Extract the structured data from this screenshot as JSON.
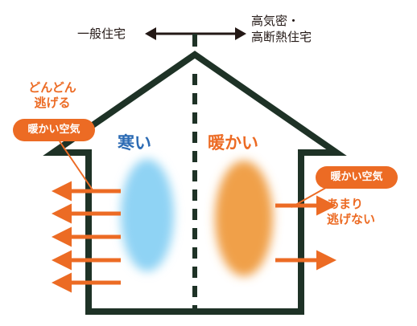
{
  "labels": {
    "conventional_house": "一般住宅",
    "airtight_house_line1": "高気密・",
    "airtight_house_line2": "高断熱住宅",
    "cold": "寒い",
    "warm": "暖かい",
    "escapes_line1": "どんどん",
    "escapes_line2": "逃げる",
    "warm_air_left": "暖かい空気",
    "warm_air_right": "暖かい空気",
    "no_escape_line1": "あまり",
    "no_escape_line2": "逃げない"
  },
  "colors": {
    "house_outline": "#1e3226",
    "accent_orange": "#ec6b24",
    "cold_blob": "#8fd3f4",
    "warm_blob": "#f0a048",
    "cold_text": "#2c6bb4",
    "text_dark": "#231815"
  },
  "icons": {
    "comparison_arrow": "double-headed-arrow-icon",
    "heat_loss_arrows": "arrow-right-icon"
  },
  "heat_loss": {
    "left_arrow_count": 5,
    "right_arrow_count": 2
  }
}
